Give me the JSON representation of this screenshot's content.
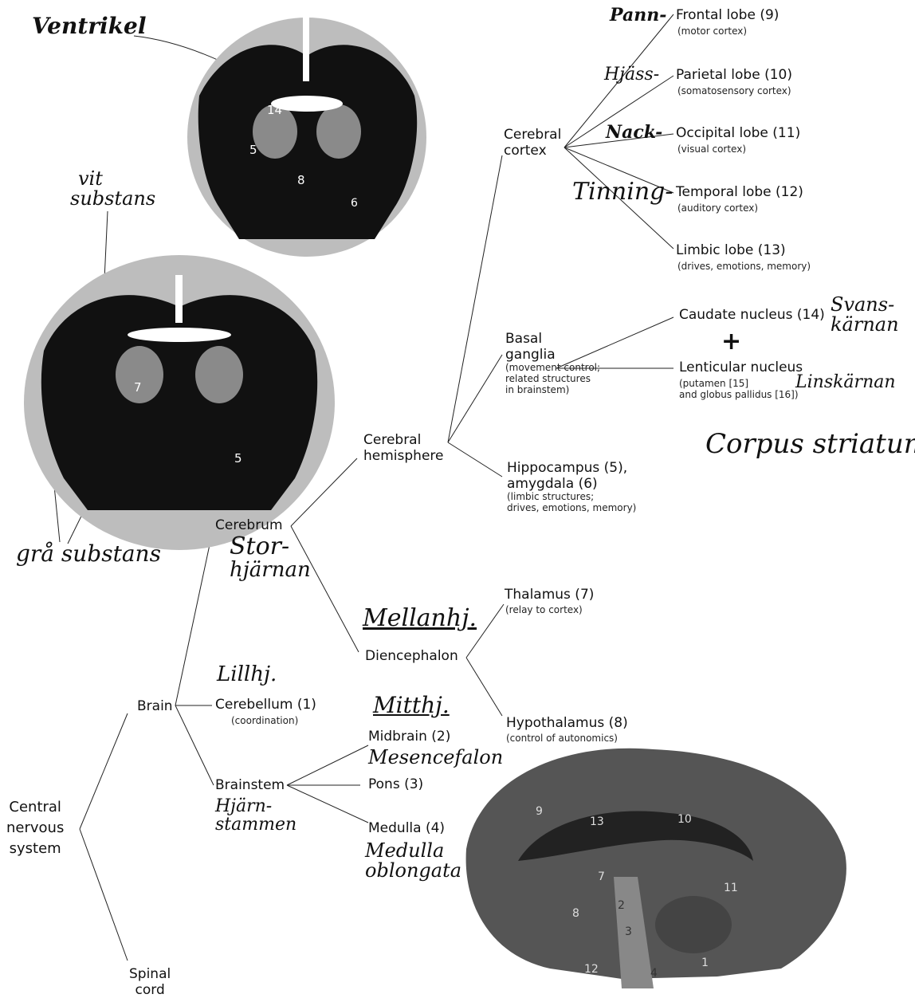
{
  "diagram": {
    "cns": [
      "Central",
      "nervous",
      "system"
    ],
    "spinal_cord": [
      "Spinal",
      "cord"
    ],
    "brain": "Brain",
    "cerebrum": "Cerebrum",
    "cerebellum": "Cerebellum  (1)",
    "cerebellum_note": "(coordination)",
    "brainstem": "Brainstem",
    "midbrain": "Midbrain (2)",
    "pons": "Pons (3)",
    "medulla": "Medulla (4)",
    "cerebral_hemisphere": [
      "Cerebral",
      "hemisphere"
    ],
    "diencephalon": "Diencephalon",
    "thalamus": "Thalamus (7)",
    "thalamus_note": "(relay to cortex)",
    "hypothalamus": "Hypothalamus (8)",
    "hypothalamus_note": "(control of autonomics)",
    "cerebral_cortex": [
      "Cerebral",
      "cortex"
    ],
    "basal_ganglia": [
      "Basal",
      "ganglia"
    ],
    "basal_ganglia_note": [
      "(movement control;",
      "related structures",
      "in brainstem)"
    ],
    "hippocampus": [
      "Hippocampus (5),",
      "amygdala (6)"
    ],
    "hippocampus_note": [
      "(limbic structures;",
      "drives, emotions, memory)"
    ],
    "frontal": "Frontal lobe (9)",
    "frontal_note": "(motor cortex)",
    "parietal": "Parietal lobe (10)",
    "parietal_note": "(somatosensory cortex)",
    "occipital": "Occipital lobe (11)",
    "occipital_note": "(visual cortex)",
    "temporal": "Temporal lobe (12)",
    "temporal_note": "(auditory cortex)",
    "limbic": "Limbic lobe (13)",
    "limbic_note": "(drives, emotions, memory)",
    "caudate": "Caudate nucleus (14)",
    "lenticular": "Lenticular nucleus",
    "lenticular_note": [
      "(putamen [15]",
      "and globus pallidus [16])"
    ],
    "plus": "+"
  },
  "handwritten": {
    "ventrikel": "Ventrikel",
    "vit_substans": [
      "vit",
      "substans"
    ],
    "gra_substans": "grå substans",
    "storhjarnan": [
      "Stor-",
      "hjärnan"
    ],
    "lillhj": "Lillhj.",
    "hjarnstammen": [
      "Hjärn-",
      "stammen"
    ],
    "mellanhj": "Mellanhj.",
    "mitthj": "Mitthj.",
    "mesencefalon": "Mesencefalon",
    "medulla_oblongata": [
      "Medulla",
      "oblongata"
    ],
    "pann": "Pann-",
    "hjass": "Hjäss-",
    "nack": "Nack-",
    "tinning": "Tinning-",
    "svanskarnan": [
      "Svans-",
      "kärnan"
    ],
    "linskarnan": "Linskärnan",
    "corpus_striatum": "Corpus striatum"
  },
  "brain_section_labels": {
    "top": [
      "14",
      "5",
      "8",
      "6"
    ],
    "middle": [
      "7",
      "5"
    ],
    "sagittal": [
      "9",
      "13",
      "10",
      "7",
      "8",
      "2",
      "3",
      "12",
      "4",
      "1",
      "11"
    ]
  },
  "colors": {
    "ink": "#111111",
    "tissue": "#bdbdbd",
    "white_matter": "#111111",
    "sagittal": "#555555"
  }
}
